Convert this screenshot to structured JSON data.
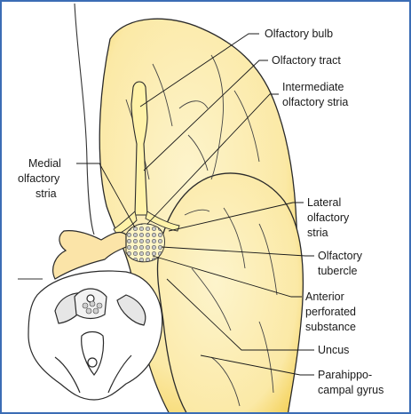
{
  "labels": {
    "olfactory_bulb": "Olfactory bulb",
    "olfactory_tract": "Olfactory tract",
    "intermediate_stria_1": "Intermediate",
    "intermediate_stria_2": "olfactory stria",
    "medial_stria_1": "Medial",
    "medial_stria_2": "olfactory",
    "medial_stria_3": "stria",
    "lateral_stria_1": "Lateral",
    "lateral_stria_2": "olfactory",
    "lateral_stria_3": "stria",
    "olfactory_tubercle_1": "Olfactory",
    "olfactory_tubercle_2": "tubercle",
    "anterior_perforated_1": "Anterior",
    "anterior_perforated_2": "perforated",
    "anterior_perforated_3": "substance",
    "uncus": "Uncus",
    "parahippocampal_1": "Parahippo-",
    "parahippocampal_2": "campal gyrus"
  },
  "colors": {
    "frame_border": "#3b6db5",
    "lobe_fill": "#fbe7a0",
    "lobe_edge": "#f5d35a",
    "tract_fill": "#fff2a8",
    "outline": "#2a2a2a"
  }
}
